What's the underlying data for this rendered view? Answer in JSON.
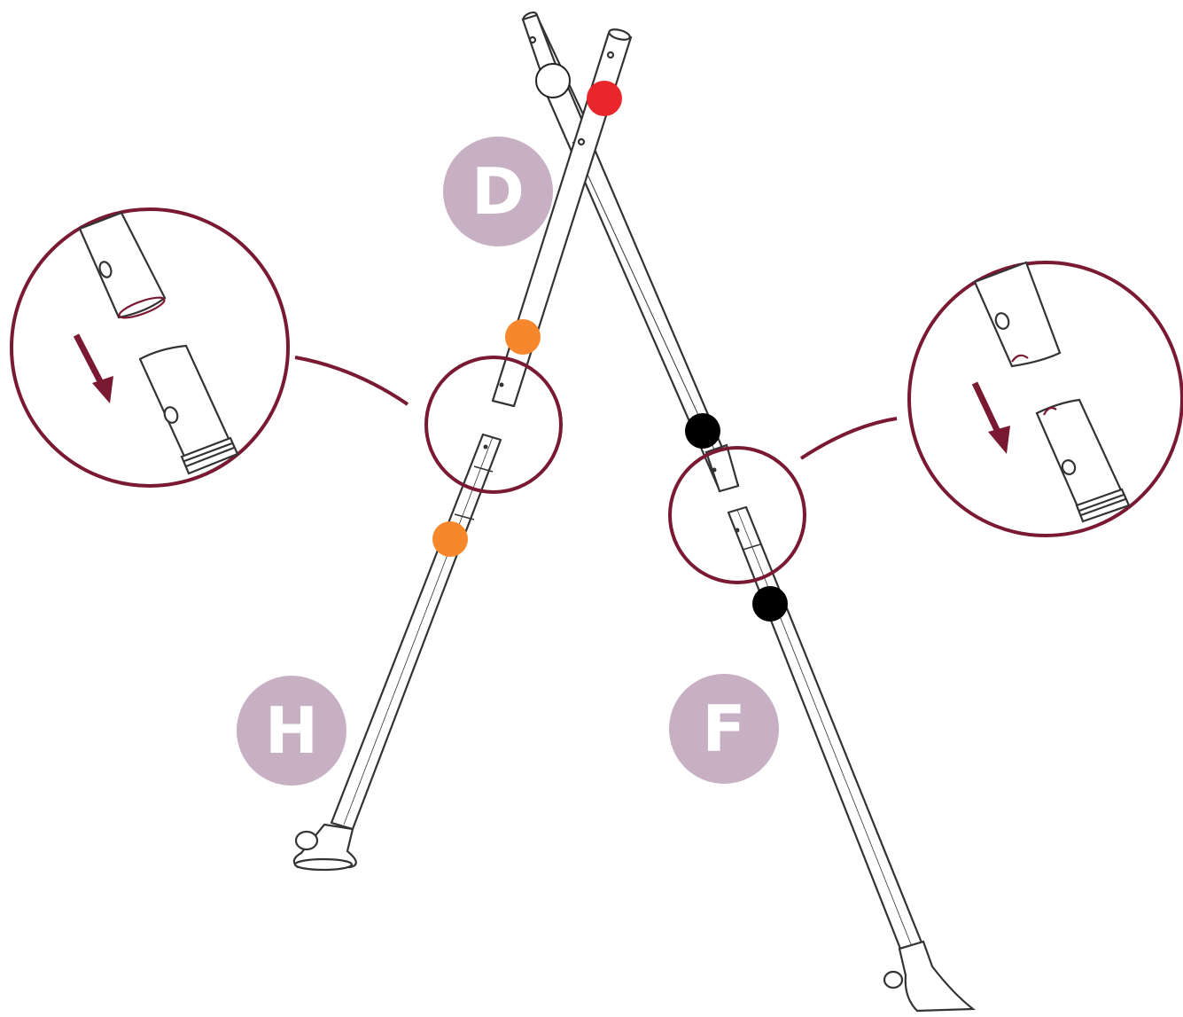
{
  "colors": {
    "outline": "#333333",
    "callout": "#7a1a32",
    "label_badge": "#c7b0c3",
    "label_text": "#ffffff",
    "marker_white": "#ffffff",
    "marker_red": "#e8262c",
    "marker_orange": "#f7872c",
    "marker_black": "#000000"
  },
  "labels": {
    "d": "D",
    "h": "H",
    "f": "F"
  },
  "markers": [
    {
      "name": "white-dot-marker",
      "color": "white"
    },
    {
      "name": "red-dot-marker",
      "color": "red"
    },
    {
      "name": "orange-dot-marker-upper",
      "color": "orange"
    },
    {
      "name": "orange-dot-marker-lower",
      "color": "orange"
    },
    {
      "name": "black-dot-marker-upper",
      "color": "black"
    },
    {
      "name": "black-dot-marker-lower",
      "color": "black"
    }
  ],
  "icons": {
    "insert_arrow": "arrow-down-icon"
  }
}
